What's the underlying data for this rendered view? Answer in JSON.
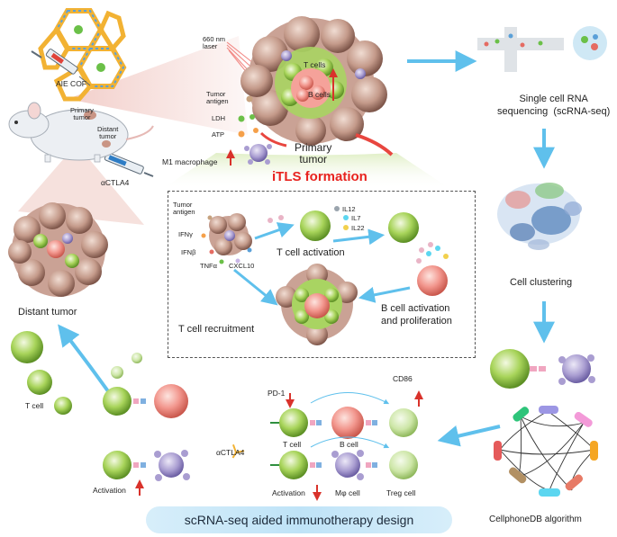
{
  "figure": {
    "labels": {
      "aie_cof": "AIE COF",
      "primary_tumor_mouse": "Primary\ntumor",
      "distant_tumor_mouse": "Distant\ntumor",
      "actla4_top": "αCTLA4",
      "laser": "660 nm\nlaser",
      "tumor_antigen_top": "Tumor\nantigen",
      "ldh": "LDH",
      "atp": "ATP",
      "m1_macrophage": "M1 macrophage",
      "t_cells": "T cells",
      "b_cells": "B cells",
      "primary_tumor": "Primary\ntumor",
      "itls_formation": "iTLS formation",
      "scrna_seq": "Single cell RNA\nsequencing  (scRNA-seq)",
      "distant_tumor": "Distant tumor",
      "tumor_antigen_box": "Tumor\nantigen",
      "ifn_gamma": "IFNγ",
      "ifn_beta": "IFNβ",
      "tnf_alpha": "TNFα",
      "cxcl10": "CXCL10",
      "il12": "IL12",
      "il7": "IL7",
      "il22": "IL22",
      "t_cell_activation": "T cell activation",
      "t_cell_recruitment": "T cell recruitment",
      "b_cell_activation": "B cell activation\nand proliferation",
      "cell_clustering": "Cell clustering",
      "t_cell_left": "T cell",
      "pd1": "PD-1",
      "cd86": "CD86",
      "t_cell_mid": "T cell",
      "b_cell_mid": "B cell",
      "actla4_bottom": "αCTLA4",
      "activation_left": "Activation",
      "activation_mid": "Activation",
      "mphi_cell": "Mφ cell",
      "treg_cell": "Treg cell",
      "cellphonedb": "CellphoneDB algorithm",
      "banner": "scRNA-seq aided immunotherapy design"
    },
    "colors": {
      "title_red": "#e8231f",
      "arrow_blue": "#5fc0ec",
      "t_cell_green": "#8cc63f",
      "b_cell_pink": "#f2968d",
      "macrophage_purple": "#9b8ec4",
      "tumor_brown": "#b98a7c"
    }
  }
}
